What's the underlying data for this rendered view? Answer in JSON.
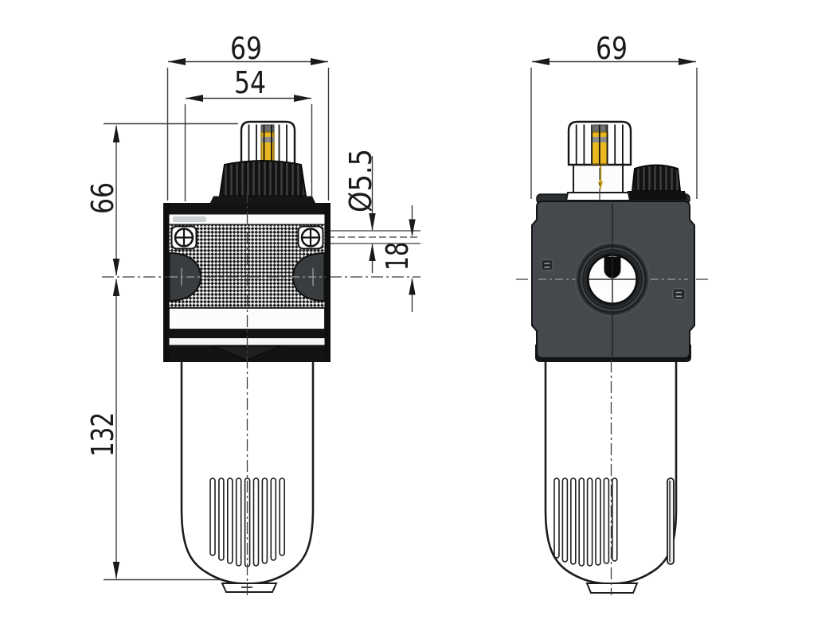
{
  "drawing": {
    "kind": "pneumatic-lubricator-dimension-drawing",
    "background": "#ffffff",
    "line_color": "#3c3c3c",
    "text_color": "#1a1a1a",
    "body_dark": "#131313",
    "body_gray": "#45484c",
    "port_gray": "#3a3d40",
    "amber": "#e9b821"
  },
  "front_view": {
    "dim_overall_width": "69",
    "dim_cap_width": "54",
    "dim_upper_height": "66",
    "dim_lower_height": "132",
    "dim_hole_diameter": "Ø5.5",
    "dim_hole_offset": "18"
  },
  "side_view": {
    "dim_overall_width": "69"
  }
}
